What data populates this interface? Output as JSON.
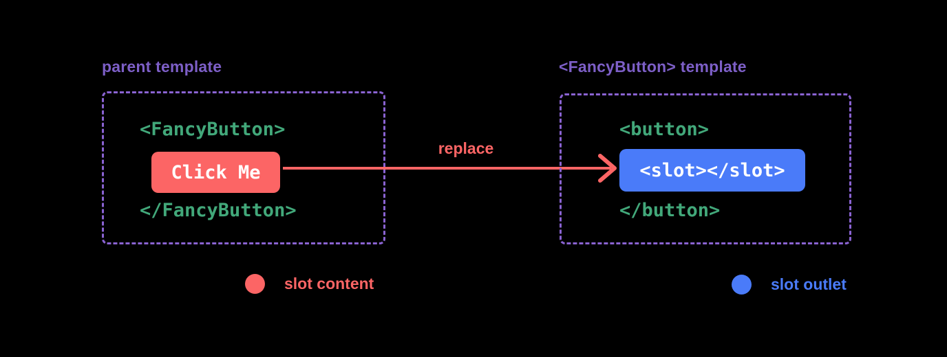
{
  "colors": {
    "background": "#000000",
    "purple_label": "#7d5fc7",
    "purple_border": "#8a63d2",
    "green_code": "#42a87a",
    "red": "#fc6565",
    "blue": "#4a7bf9",
    "white": "#ffffff"
  },
  "parent": {
    "title": "parent template",
    "open_tag": "<FancyButton>",
    "slot_content": "Click Me",
    "close_tag": "</FancyButton>"
  },
  "arrow": {
    "label": "replace"
  },
  "fancy_button": {
    "title": "<FancyButton> template",
    "open_tag": "<button>",
    "slot_outlet": "<slot></slot>",
    "close_tag": "</button>"
  },
  "legend": {
    "slot_content": "slot content",
    "slot_outlet": "slot outlet"
  }
}
